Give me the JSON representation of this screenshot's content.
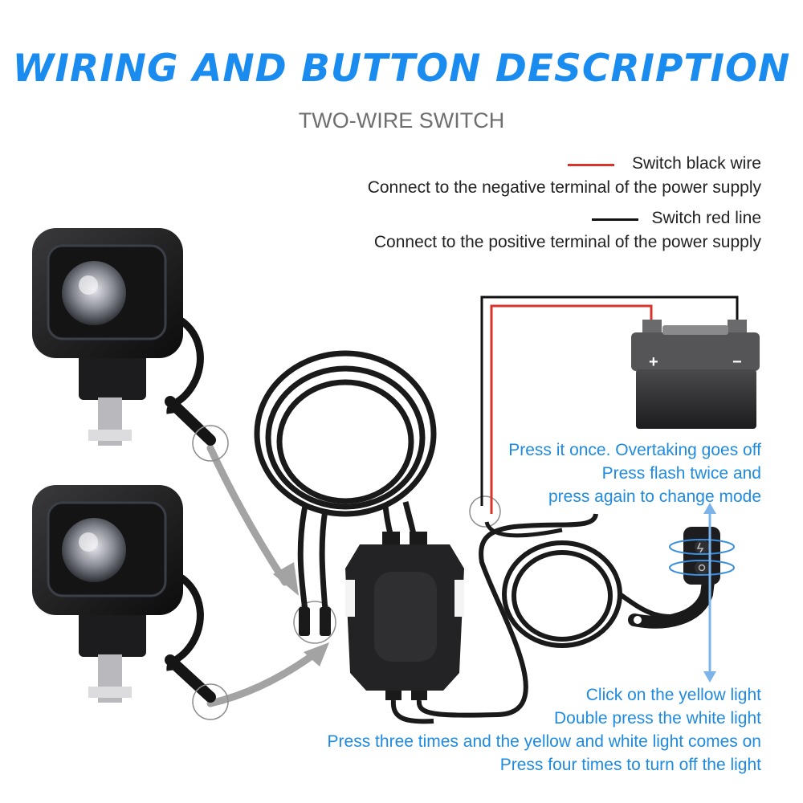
{
  "header": {
    "title": "WIRING AND BUTTON DESCRIPTION",
    "subtitle": "TWO-WIRE SWITCH"
  },
  "legend": {
    "first": {
      "label": "Switch black wire",
      "description": "Connect to the negative terminal of the power supply",
      "line_color": "#d9342b"
    },
    "second": {
      "label": "Switch red line",
      "description": "Connect to the positive terminal of the power supply",
      "line_color": "#111111"
    }
  },
  "battery": {
    "plus": "+",
    "minus": "−"
  },
  "notes": {
    "switch_press": [
      "Press it once. Overtaking goes off",
      "Press flash twice and",
      "press again to change mode"
    ],
    "light_modes": [
      "Click on the yellow light",
      "Double press the white light",
      "Press three times and the yellow and white light comes on",
      "Press four times to turn off the light"
    ]
  },
  "colors": {
    "accent_blue": "#1a8cf0",
    "note_blue": "#1f8be0",
    "wire_red": "#d9342b",
    "wire_black": "#111111",
    "pointer_gray": "#9a9a9a"
  }
}
